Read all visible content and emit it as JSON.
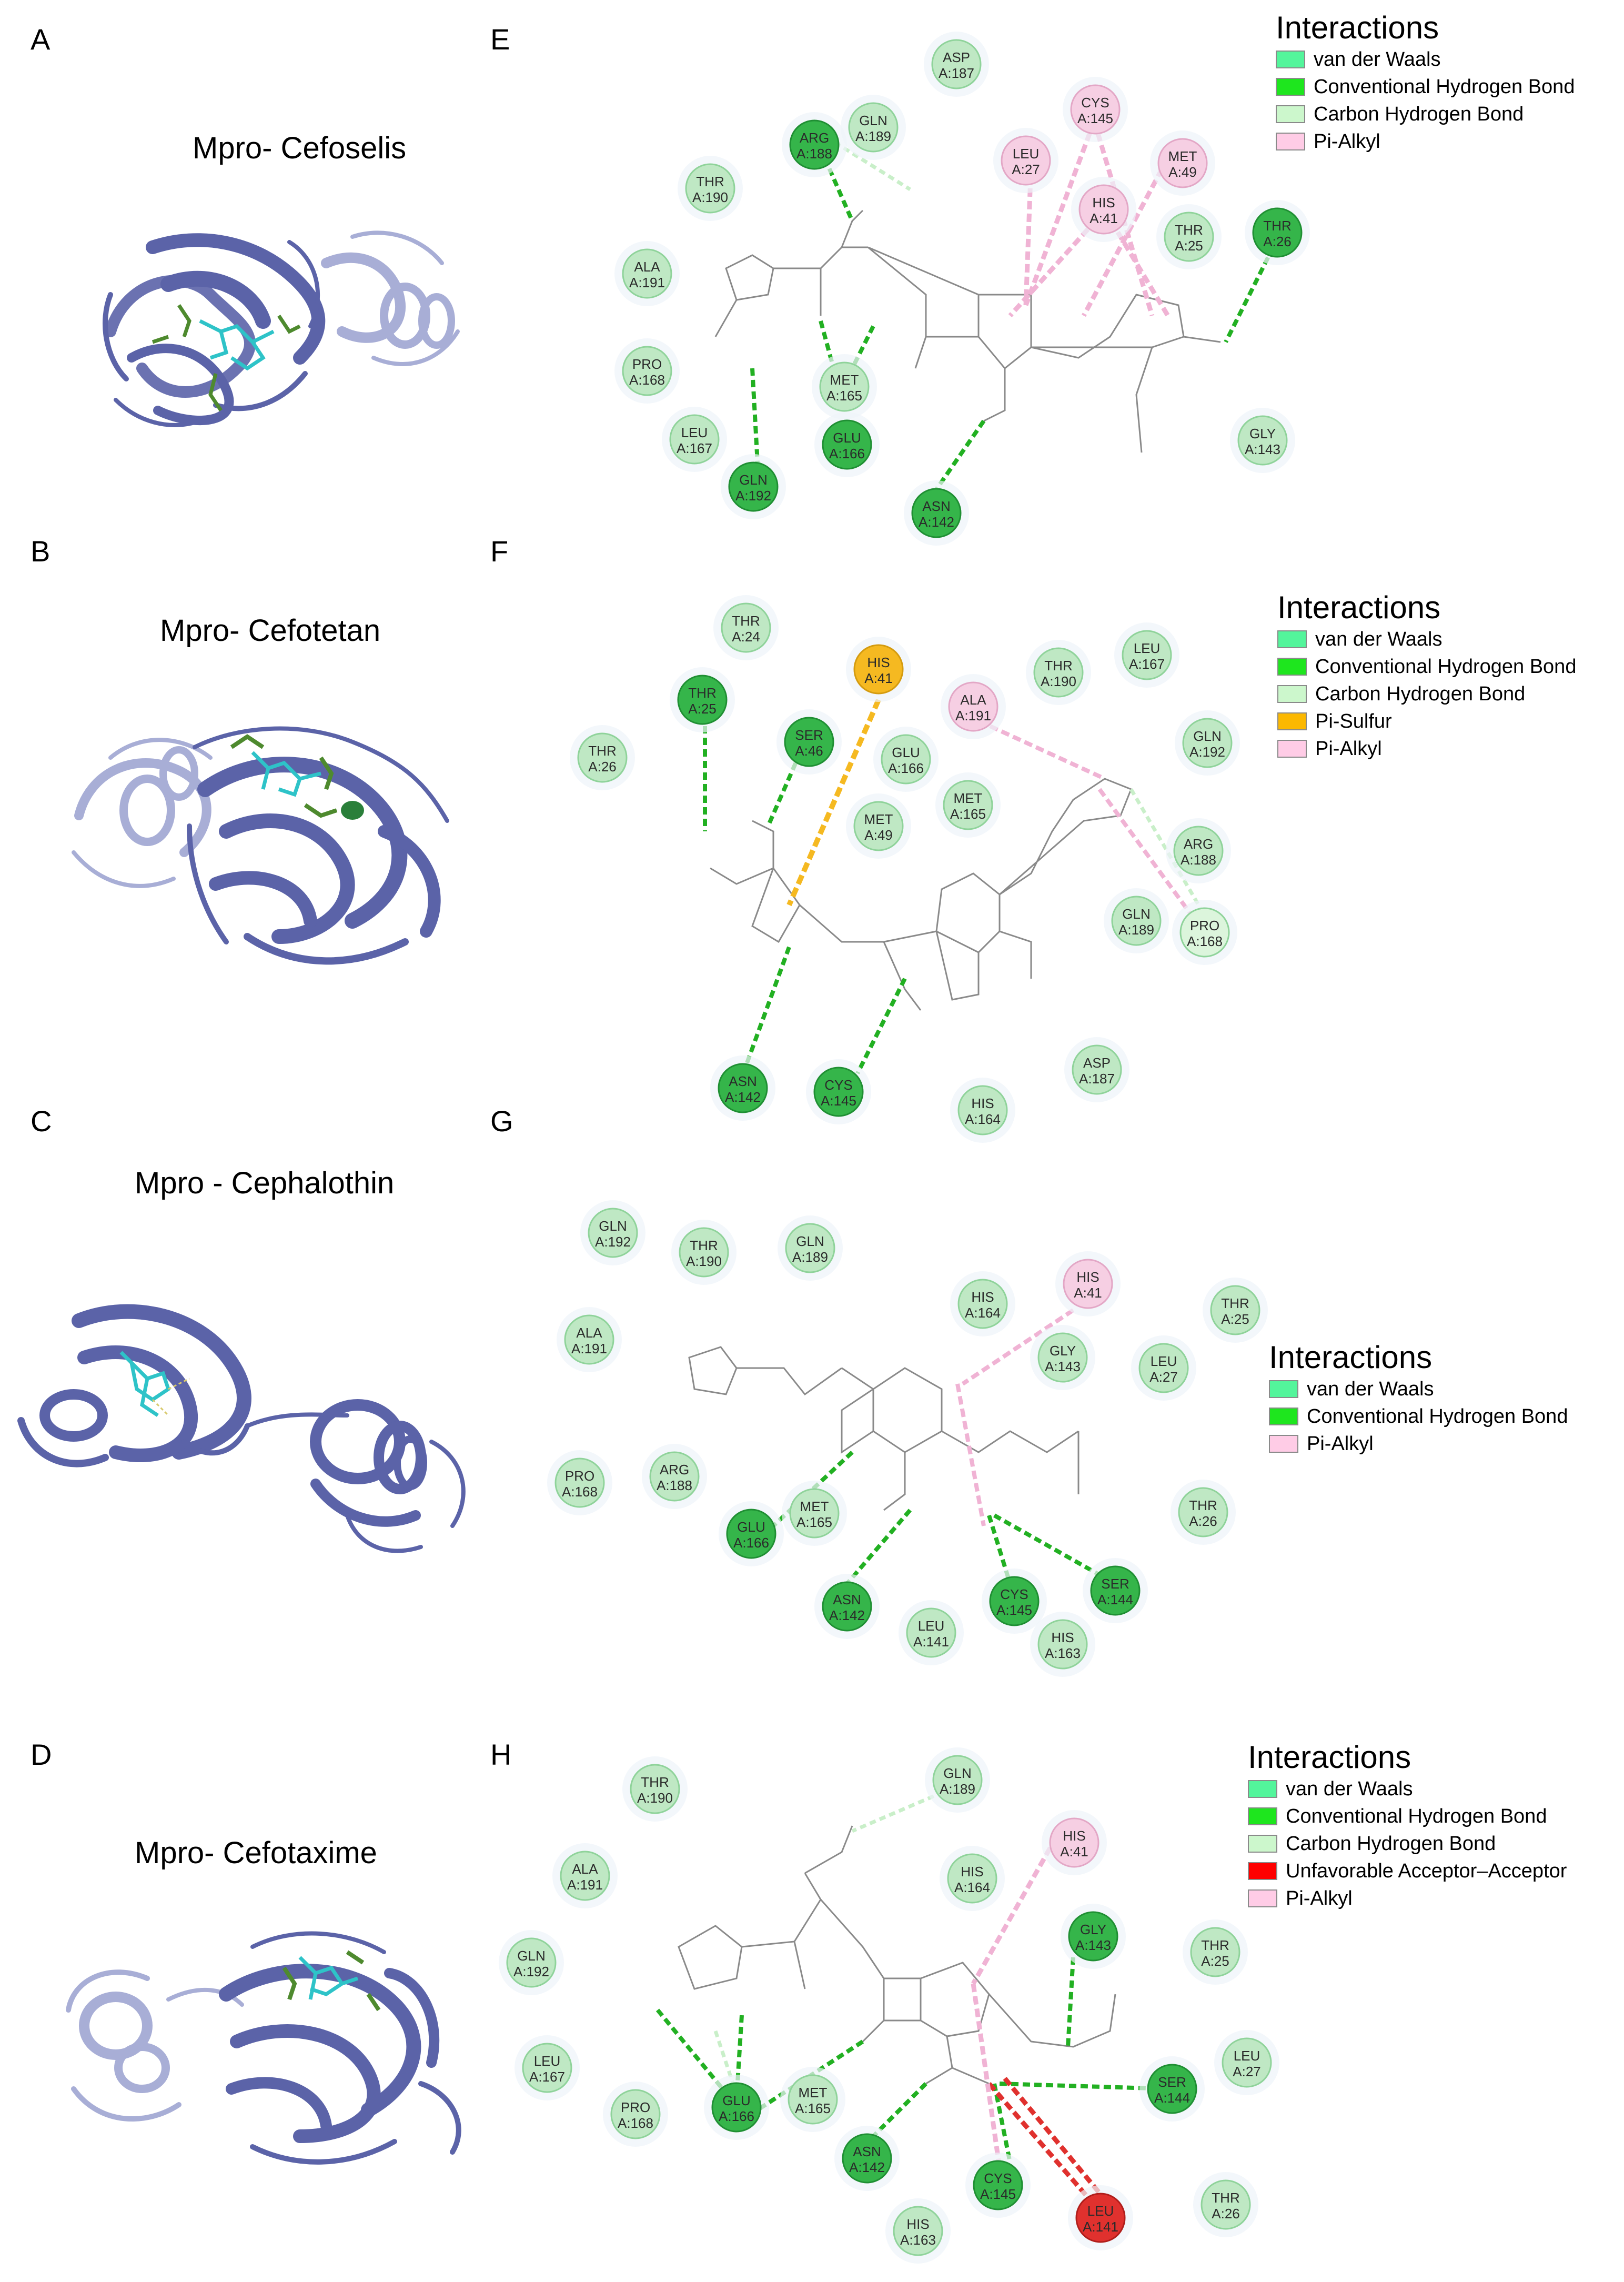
{
  "panels": [
    {
      "letter": "A",
      "title": "Mpro- Cefoselis"
    },
    {
      "letter": "B",
      "title": "Mpro- Cefotetan"
    },
    {
      "letter": "C",
      "title": "Mpro - Cephalothin"
    },
    {
      "letter": "D",
      "title": "Mpro- Cefotaxime"
    }
  ],
  "diagrams": [
    {
      "letter": "E",
      "legend": {
        "title": "Interactions",
        "items": [
          "van der Waals",
          "Conventional Hydrogen Bond",
          "Carbon Hydrogen Bond",
          "Pi-Alkyl"
        ]
      },
      "residues": [
        [
          "ASP",
          "A:187",
          "vdw"
        ],
        [
          "GLN",
          "A:189",
          "vdw"
        ],
        [
          "ARG",
          "A:188",
          "hb"
        ],
        [
          "THR",
          "A:190",
          "vdw"
        ],
        [
          "ALA",
          "A:191",
          "vdw"
        ],
        [
          "PRO",
          "A:168",
          "vdw"
        ],
        [
          "LEU",
          "A:167",
          "vdw"
        ],
        [
          "GLN",
          "A:192",
          "hb"
        ],
        [
          "MET",
          "A:165",
          "vdw"
        ],
        [
          "GLU",
          "A:166",
          "hb"
        ],
        [
          "ASN",
          "A:142",
          "hb"
        ],
        [
          "CYS",
          "A:145",
          "pi"
        ],
        [
          "LEU",
          "A:27",
          "pi"
        ],
        [
          "MET",
          "A:49",
          "pi"
        ],
        [
          "HIS",
          "A:41",
          "pi"
        ],
        [
          "THR",
          "A:25",
          "vdw"
        ],
        [
          "THR",
          "A:26",
          "hb"
        ],
        [
          "GLY",
          "A:143",
          "vdw"
        ]
      ]
    },
    {
      "letter": "F",
      "legend": {
        "title": "Interactions",
        "items": [
          "van der Waals",
          "Conventional Hydrogen Bond",
          "Carbon Hydrogen Bond",
          "Pi-Sulfur",
          "Pi-Alkyl"
        ]
      },
      "residues": [
        [
          "THR",
          "A:24",
          "vdw"
        ],
        [
          "THR",
          "A:25",
          "hb"
        ],
        [
          "SER",
          "A:46",
          "hb"
        ],
        [
          "HIS",
          "A:41",
          "ps"
        ],
        [
          "THR",
          "A:26",
          "vdw"
        ],
        [
          "GLU",
          "A:166",
          "vdw"
        ],
        [
          "MET",
          "A:49",
          "vdw"
        ],
        [
          "MET",
          "A:165",
          "vdw"
        ],
        [
          "THR",
          "A:190",
          "vdw"
        ],
        [
          "LEU",
          "A:167",
          "vdw"
        ],
        [
          "ALA",
          "A:191",
          "pi"
        ],
        [
          "GLN",
          "A:192",
          "vdw"
        ],
        [
          "ARG",
          "A:188",
          "vdw"
        ],
        [
          "GLN",
          "A:189",
          "vdw"
        ],
        [
          "PRO",
          "A:168",
          "ch"
        ],
        [
          "ASN",
          "A:142",
          "hb"
        ],
        [
          "CYS",
          "A:145",
          "hb"
        ],
        [
          "HIS",
          "A:164",
          "vdw"
        ],
        [
          "ASP",
          "A:187",
          "vdw"
        ]
      ]
    },
    {
      "letter": "G",
      "legend": {
        "title": "Interactions",
        "items": [
          "van der Waals",
          "Conventional Hydrogen Bond",
          "Pi-Alkyl"
        ]
      },
      "residues": [
        [
          "GLN",
          "A:192",
          "vdw"
        ],
        [
          "THR",
          "A:190",
          "vdw"
        ],
        [
          "GLN",
          "A:189",
          "vdw"
        ],
        [
          "HIS",
          "A:41",
          "pi"
        ],
        [
          "ALA",
          "A:191",
          "vdw"
        ],
        [
          "HIS",
          "A:164",
          "vdw"
        ],
        [
          "THR",
          "A:25",
          "vdw"
        ],
        [
          "GLY",
          "A:143",
          "vdw"
        ],
        [
          "LEU",
          "A:27",
          "vdw"
        ],
        [
          "PRO",
          "A:168",
          "vdw"
        ],
        [
          "ARG",
          "A:188",
          "vdw"
        ],
        [
          "MET",
          "A:165",
          "vdw"
        ],
        [
          "GLU",
          "A:166",
          "hb"
        ],
        [
          "THR",
          "A:26",
          "vdw"
        ],
        [
          "ASN",
          "A:142",
          "hb"
        ],
        [
          "LEU",
          "A:141",
          "vdw"
        ],
        [
          "CYS",
          "A:145",
          "hb"
        ],
        [
          "SER",
          "A:144",
          "hb"
        ],
        [
          "HIS",
          "A:163",
          "vdw"
        ]
      ]
    },
    {
      "letter": "H",
      "legend": {
        "title": "Interactions",
        "items": [
          "van der Waals",
          "Conventional Hydrogen Bond",
          "Carbon Hydrogen Bond",
          "Unfavorable Acceptor–Acceptor",
          "Pi-Alkyl"
        ]
      },
      "residues": [
        [
          "THR",
          "A:190",
          "vdw"
        ],
        [
          "GLN",
          "A:189",
          "vdw"
        ],
        [
          "ALA",
          "A:191",
          "vdw"
        ],
        [
          "HIS",
          "A:41",
          "pi"
        ],
        [
          "HIS",
          "A:164",
          "vdw"
        ],
        [
          "GLN",
          "A:192",
          "vdw"
        ],
        [
          "GLY",
          "A:143",
          "hb"
        ],
        [
          "THR",
          "A:25",
          "vdw"
        ],
        [
          "LEU",
          "A:167",
          "vdw"
        ],
        [
          "LEU",
          "A:27",
          "vdw"
        ],
        [
          "PRO",
          "A:168",
          "vdw"
        ],
        [
          "GLU",
          "A:166",
          "hb"
        ],
        [
          "MET",
          "A:165",
          "vdw"
        ],
        [
          "SER",
          "A:144",
          "hb"
        ],
        [
          "ASN",
          "A:142",
          "hb"
        ],
        [
          "CYS",
          "A:145",
          "hb"
        ],
        [
          "LEU",
          "A:141",
          "ua"
        ],
        [
          "THR",
          "A:26",
          "vdw"
        ],
        [
          "HIS",
          "A:163",
          "vdw"
        ]
      ]
    }
  ],
  "colors": {
    "vdw_fill": "#bfe8c4",
    "vdw_stroke": "#8fd39a",
    "hb_fill": "#35b54a",
    "hb_stroke": "#1f8f33",
    "ch_fill": "#dcf5dc",
    "pi_fill": "#f6cfe3",
    "pi_stroke": "#e3a7c6",
    "ps_fill": "#f5b921",
    "ua_fill": "#e0312e",
    "legend_vdw": "#53f59b",
    "legend_hb": "#1ee61e",
    "legend_ch": "#ccf7cc",
    "legend_ps": "#fcb800",
    "legend_pi": "#ffcce6",
    "legend_ua": "#ff0000",
    "ribbon": "#5b63a8",
    "ligand": "#2ec3c8",
    "sidechain": "#4e8a2e"
  }
}
